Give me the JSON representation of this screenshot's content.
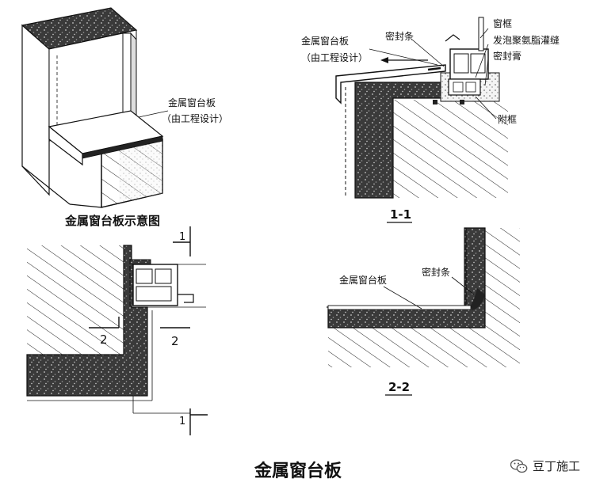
{
  "title": "金属窗台板",
  "brand": {
    "name": "豆丁施工",
    "icon": "wechat-icon"
  },
  "views": {
    "iso": {
      "caption": "金属窗台板示意图",
      "callout_line1": "金属窗台板",
      "callout_line2": "（由工程设计）"
    },
    "section_1": {
      "caption": "1-1",
      "labels": {
        "sill_line1": "金属窗台板",
        "sill_line2": "（由工程设计）",
        "seal_strip": "密封条",
        "window_frame": "窗框",
        "foam": "发泡聚氨脂灌缝",
        "sealant": "密封膏",
        "sub_frame": "附框"
      }
    },
    "plan": {
      "marker_top": "1",
      "marker_bottom": "1",
      "cut_left": "2",
      "cut_right": "2"
    },
    "section_2": {
      "caption": "2-2",
      "labels": {
        "sill": "金属窗台板",
        "seal_strip": "密封条"
      }
    }
  }
}
